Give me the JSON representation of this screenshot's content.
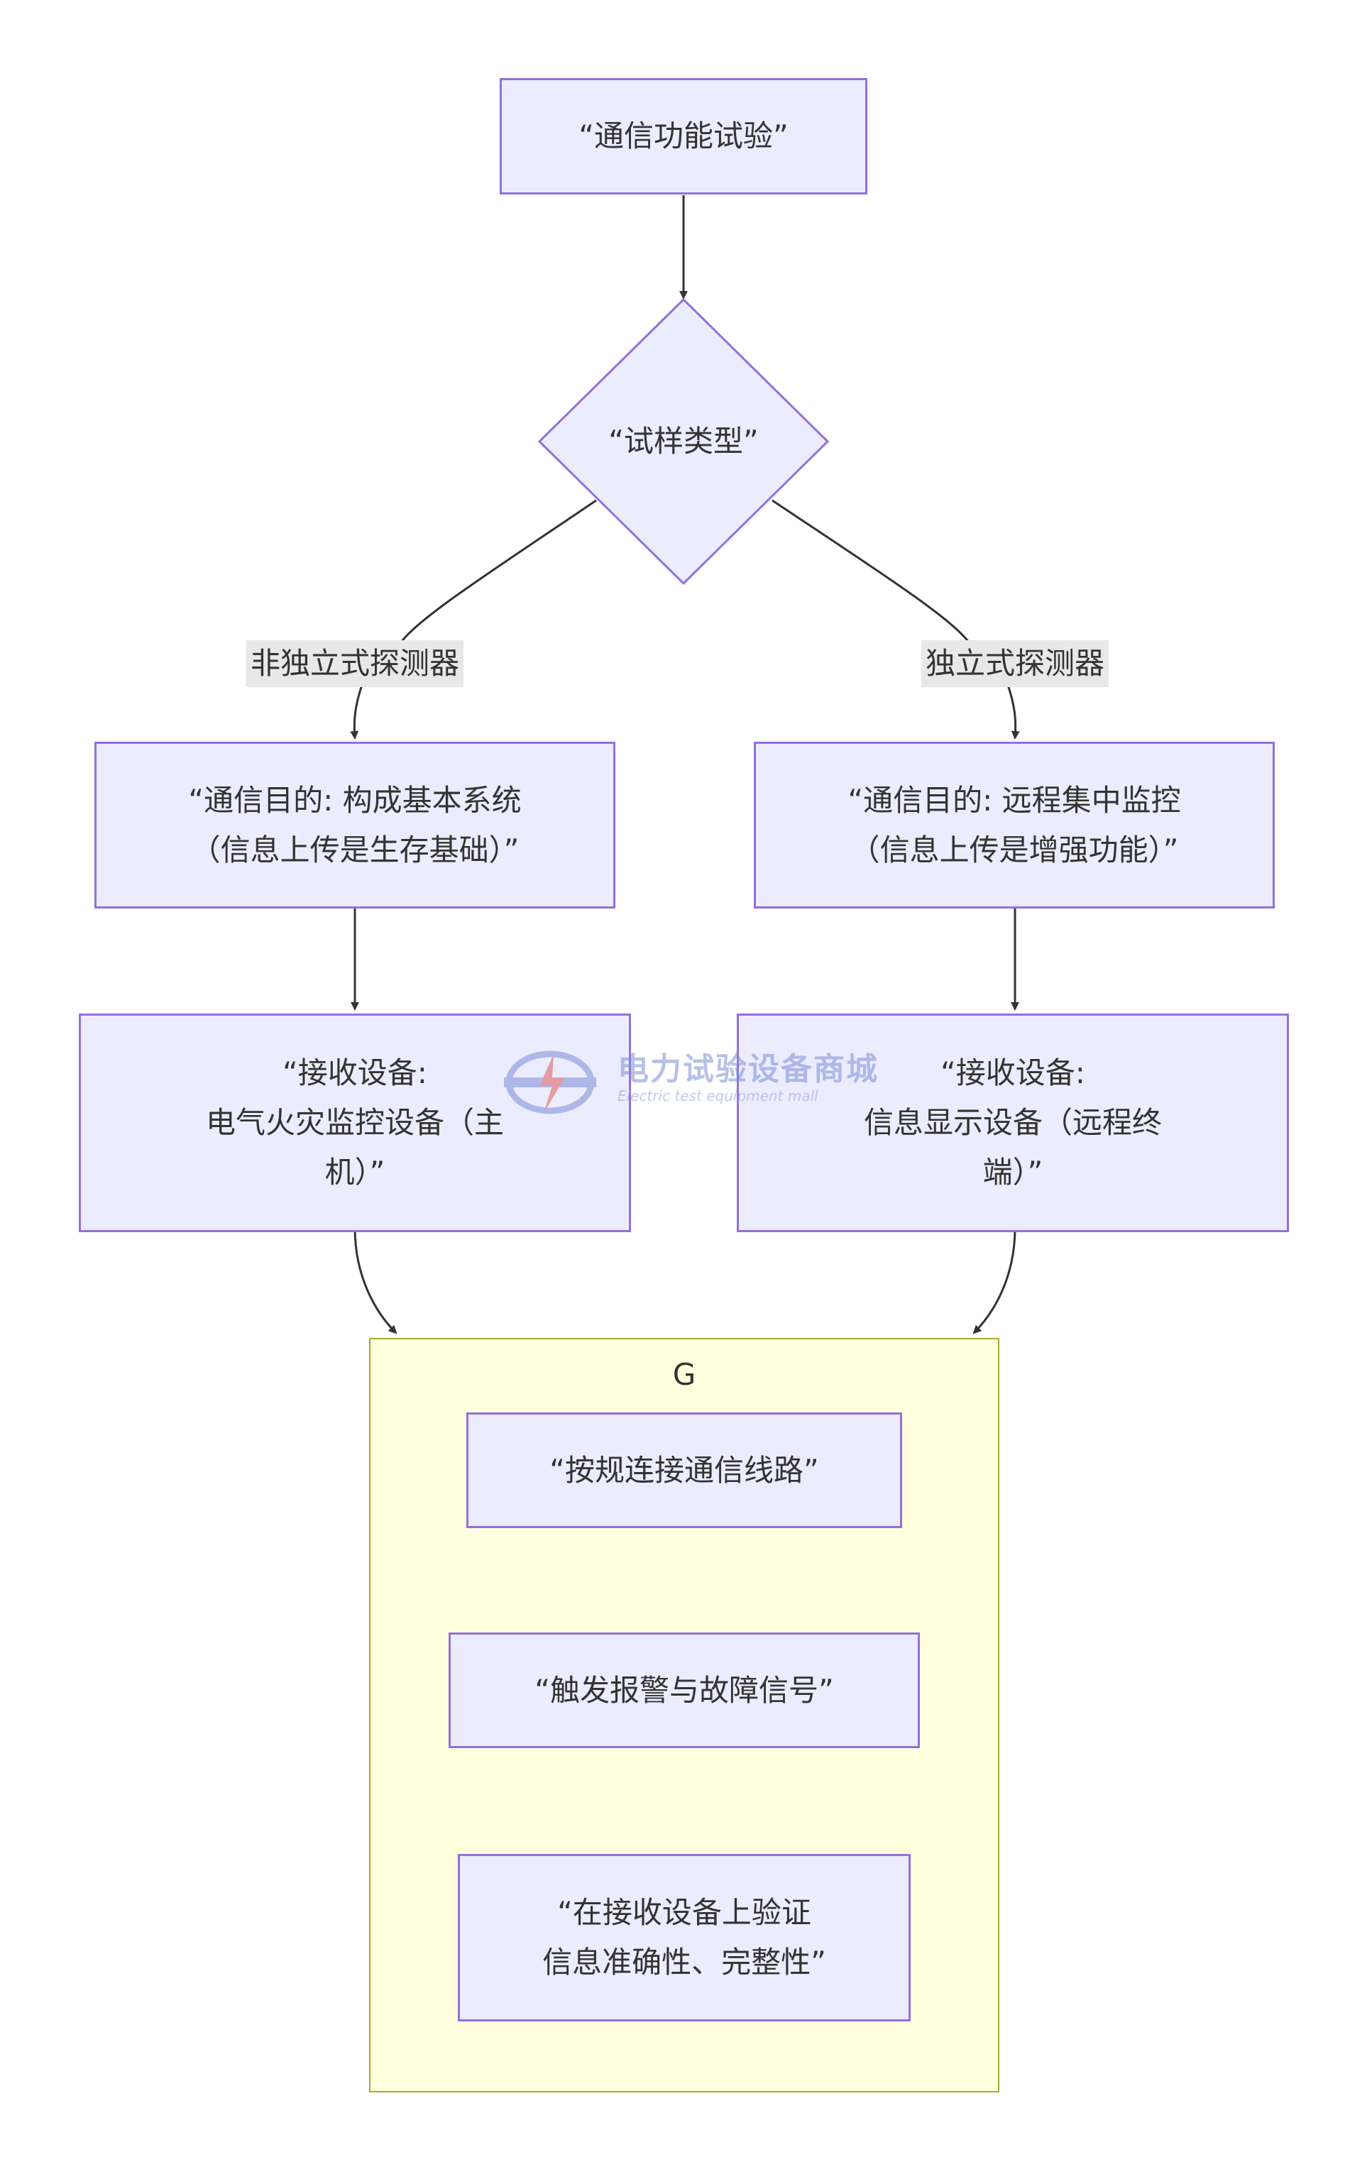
{
  "nodes": {
    "start": "“通信功能试验”",
    "decision": "“试样类型”",
    "left_purpose": "“通信目的: 构成基本系统\n（信息上传是生存基础）”",
    "right_purpose": "“通信目的: 远程集中监控\n（信息上传是增强功能）”",
    "left_receiver": "“接收设备:\n电气火灾监控设备（主\n机）”",
    "right_receiver": "“接收设备:\n信息显示设备（远程终\n端）”",
    "step1": "“按规连接通信线路”",
    "step2": "“触发报警与故障信号”",
    "step3": "“在接收设备上验证\n信息准确性、完整性”"
  },
  "edge_labels": {
    "left": "非独立式探测器",
    "right": "独立式探测器"
  },
  "cluster": {
    "title": "G"
  },
  "watermark": {
    "title": "电力试验设备商城",
    "subtitle": "Electric test equipment mall"
  },
  "colors": {
    "node_fill": "#ECECFF",
    "node_border": "#9370DB",
    "cluster_fill": "#ffffde",
    "cluster_border": "#aaaa33",
    "edge": "#333333",
    "label_bg": "#e8e8e8"
  }
}
